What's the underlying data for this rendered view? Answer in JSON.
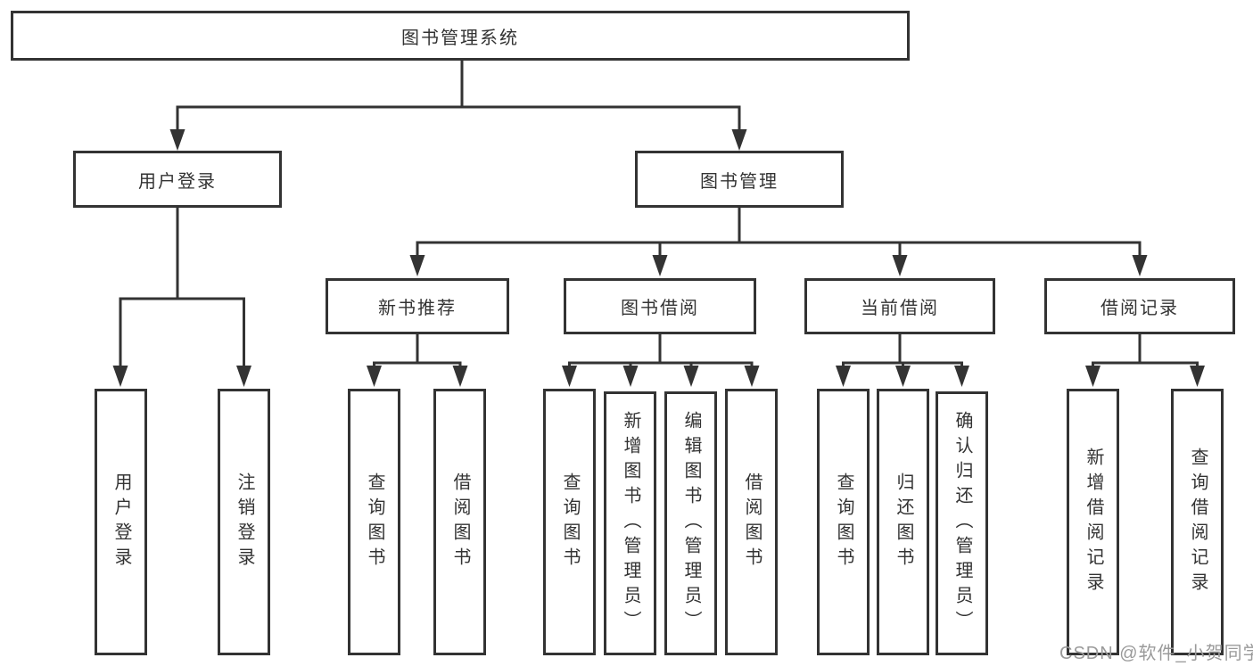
{
  "diagram": {
    "root": "图书管理系统",
    "level2": {
      "user_login": "用户登录",
      "book_management": "图书管理"
    },
    "level3": {
      "new_books": "新书推荐",
      "book_borrow": "图书借阅",
      "current_borrow": "当前借阅",
      "borrow_records": "借阅记录"
    },
    "leaves": {
      "user_login_children": [
        "用户登录",
        "注销登录"
      ],
      "new_books_children": [
        "查询图书",
        "借阅图书"
      ],
      "book_borrow_children": [
        "查询图书",
        "新增图书（管理员）",
        "编辑图书（管理员）",
        "借阅图书"
      ],
      "current_borrow_children": [
        "查询图书",
        "归还图书",
        "确认归还（管理员）"
      ],
      "borrow_records_children": [
        "新增借阅记录",
        "查询借阅记录"
      ]
    }
  },
  "watermark": "CSDN @软件_小贺同学",
  "colors": {
    "line": "#333333",
    "text": "#333333",
    "box_background": "#ffffff",
    "watermark": "#9a9a9a"
  }
}
